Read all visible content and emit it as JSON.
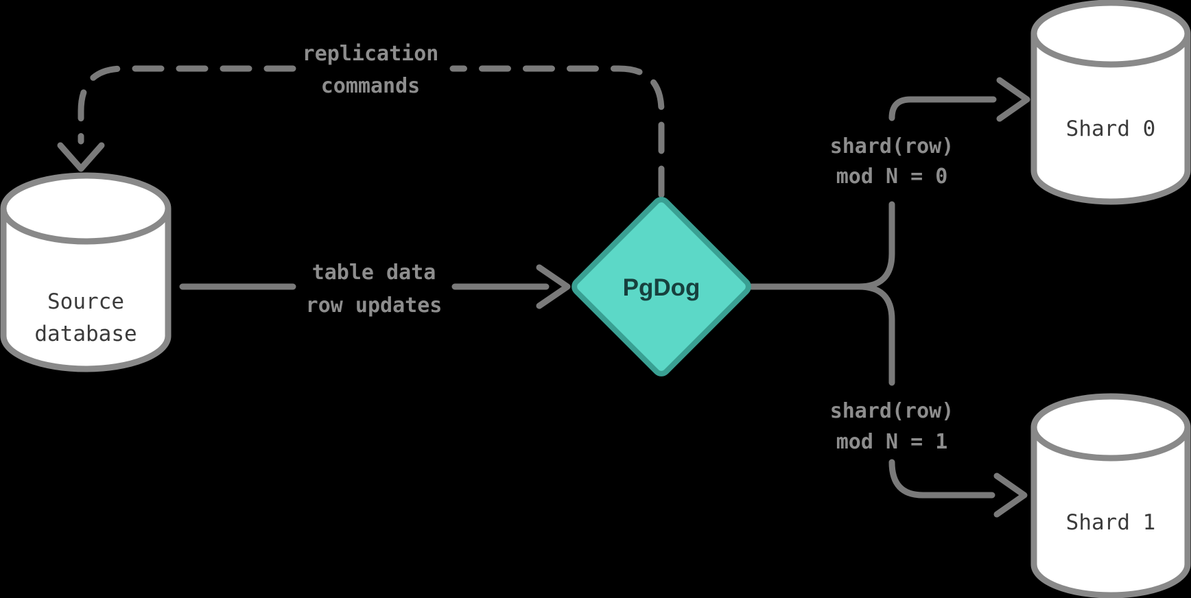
{
  "diagram": {
    "background": "#000000",
    "nodes": {
      "source": {
        "shape": "cylinder",
        "line1": "Source",
        "line2": "database",
        "fill": "#ffffff",
        "stroke": "#898989",
        "text_color": "#3b3b3b"
      },
      "pgdog": {
        "shape": "diamond",
        "label": "PgDog",
        "fill": "#5cd8c7",
        "stroke": "#3aa093",
        "text_color": "#17403e"
      },
      "shard0": {
        "shape": "cylinder",
        "label": "Shard 0",
        "fill": "#ffffff",
        "stroke": "#898989",
        "text_color": "#3b3b3b"
      },
      "shard1": {
        "shape": "cylinder",
        "label": "Shard 1",
        "fill": "#ffffff",
        "stroke": "#898989",
        "text_color": "#3b3b3b"
      }
    },
    "edges": {
      "replication": {
        "style": "dashed",
        "line_color": "#7a7a7a",
        "label_color": "#8d8d8d",
        "label_line1": "replication",
        "label_line2": "commands"
      },
      "table_data": {
        "style": "solid",
        "line_color": "#7a7a7a",
        "label_color": "#8d8d8d",
        "label_line1": "table data",
        "label_line2": "row updates"
      },
      "shard0_rule": {
        "style": "solid",
        "line_color": "#7a7a7a",
        "label_color": "#8d8d8d",
        "label_line1": "shard(row)",
        "label_line2": "mod N = 0"
      },
      "shard1_rule": {
        "style": "solid",
        "line_color": "#7a7a7a",
        "label_color": "#8d8d8d",
        "label_line1": "shard(row)",
        "label_line2": "mod N = 1"
      }
    }
  }
}
